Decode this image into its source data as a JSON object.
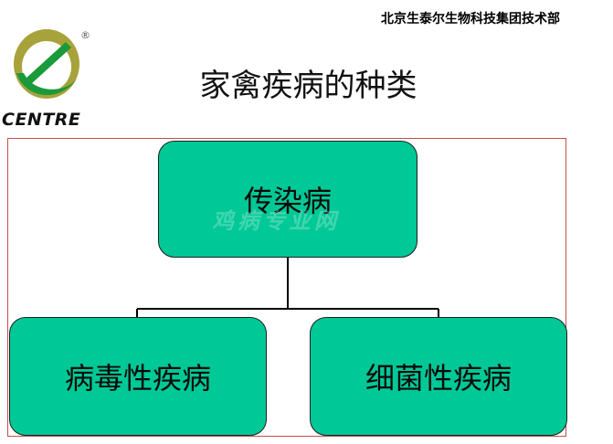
{
  "header": {
    "org_name": "北京生泰尔生物科技集团技术部"
  },
  "logo": {
    "brand_text": "CENTRE",
    "registered_mark": "®"
  },
  "slide": {
    "title": "家禽疾病的种类"
  },
  "diagram": {
    "root": {
      "label": "传染病"
    },
    "children": [
      {
        "label": "病毒性疾病"
      },
      {
        "label": "细菌性疾病"
      }
    ]
  },
  "watermark": {
    "text": "鸡病专业网"
  },
  "colors": {
    "node_fill": "#00c896",
    "frame_border": "#c0504d",
    "logo_olive": "#a8a23a",
    "logo_green": "#1a9a3a"
  }
}
